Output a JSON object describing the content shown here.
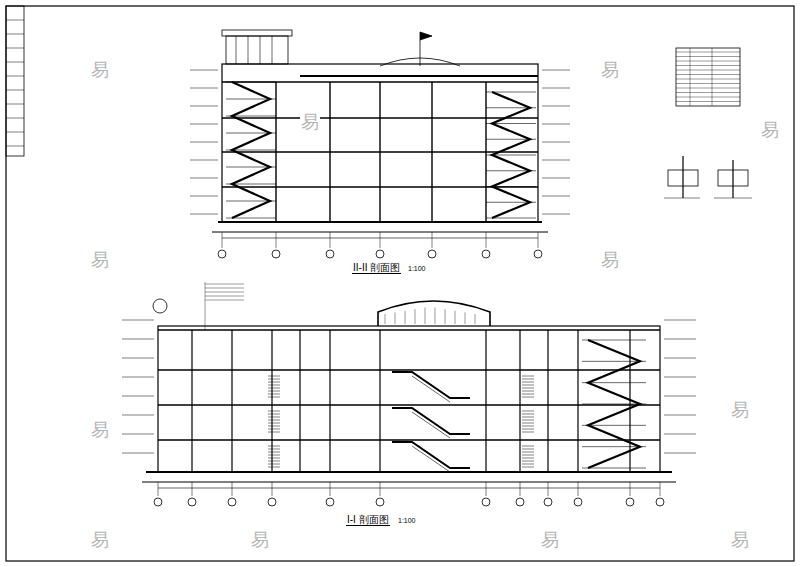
{
  "diagram": {
    "labels": [
      "II-II 剖面图",
      "1:100",
      "I-I 剖面图",
      "1:100",
      "易",
      "易",
      "易",
      "易",
      "易",
      "易",
      "易",
      "易",
      "易",
      "易",
      "易",
      "易"
    ]
  }
}
